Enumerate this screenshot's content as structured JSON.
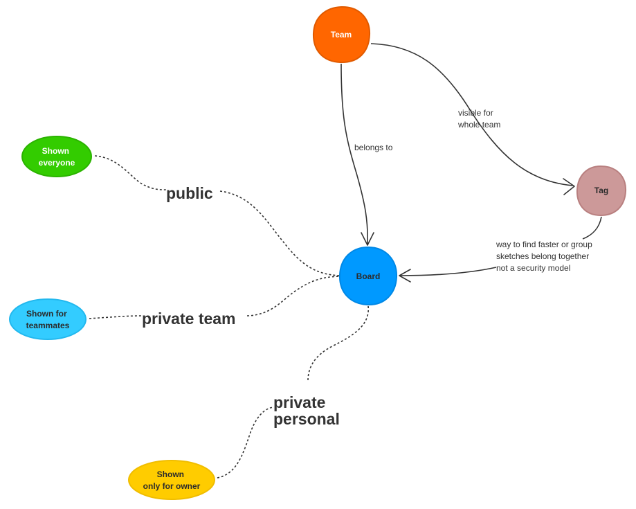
{
  "nodes": {
    "team": {
      "label": "Team",
      "fill": "#ff6600",
      "stroke": "#e05a00"
    },
    "tag": {
      "label": "Tag",
      "fill": "#cc9999",
      "stroke": "#b87f7f"
    },
    "board": {
      "label": "Board",
      "fill": "#0099ff",
      "stroke": "#0088e6"
    },
    "shown_everyone": {
      "lines": [
        "Shown",
        "everyone"
      ],
      "fill": "#33cc00",
      "stroke": "#2bb300"
    },
    "shown_teammates": {
      "lines": [
        "Shown for",
        "teammates"
      ],
      "fill": "#33ccff",
      "stroke": "#22b8ee"
    },
    "shown_owner": {
      "lines": [
        "Shown",
        "only for owner"
      ],
      "fill": "#ffcc00",
      "stroke": "#f0bd00"
    }
  },
  "edges": {
    "team_board": "belongs to",
    "team_tag": [
      "visible for",
      "whole team"
    ],
    "tag_board": [
      "way to find faster or group",
      "sketches belong together",
      "not a security model"
    ]
  },
  "visibility": {
    "public": "public",
    "private_team": "private team",
    "private_personal": [
      "private",
      "personal"
    ]
  }
}
